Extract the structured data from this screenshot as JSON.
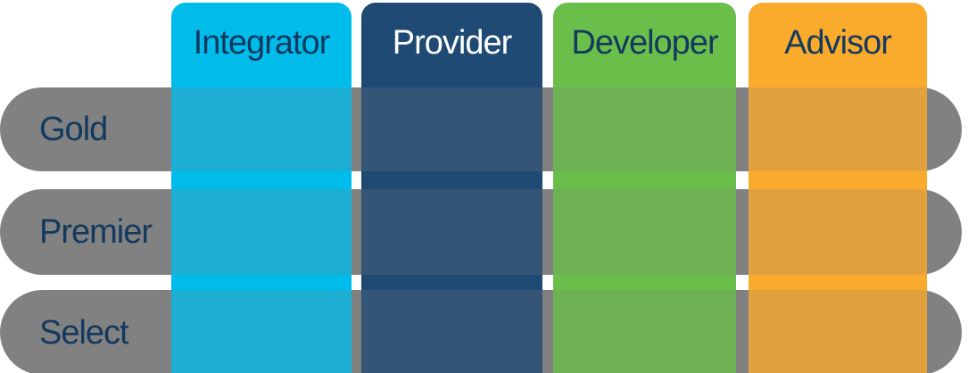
{
  "diagram": {
    "title": "partner-roles-and-tiers-matrix",
    "columns": [
      {
        "label": "Integrator",
        "color": "#00bceb",
        "label_color": "#14395f"
      },
      {
        "label": "Provider",
        "color": "#1f4a73",
        "label_color": "#ffffff"
      },
      {
        "label": "Developer",
        "color": "#6abf4a",
        "label_color": "#14395f"
      },
      {
        "label": "Advisor",
        "color": "#fbab2c",
        "label_color": "#14395f"
      }
    ],
    "rows": [
      {
        "label": "Gold"
      },
      {
        "label": "Premier"
      },
      {
        "label": "Select"
      }
    ],
    "row_pill_color": "#818181",
    "row_label_color": "#14395f",
    "intersection_overlay_color": "rgba(129,129,129,0.22)",
    "background_color": "#ffffff"
  }
}
